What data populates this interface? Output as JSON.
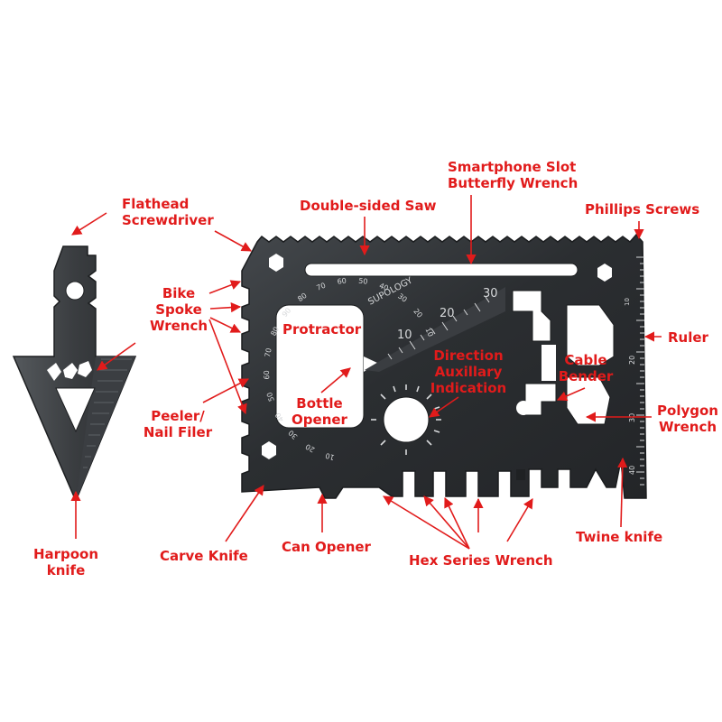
{
  "labels": {
    "flathead": [
      "Flathead",
      "Screwdriver"
    ],
    "double_saw": "Double-sided Saw",
    "smartphone": [
      "Smartphone Slot",
      "Butterfly Wrench"
    ],
    "phillips": "Phillips Screws",
    "bike": [
      "Bike",
      "Spoke",
      "Wrench"
    ],
    "protractor": "Protractor",
    "ruler": "Ruler",
    "direction": [
      "Direction",
      "Auxillary",
      "Indication"
    ],
    "cable": [
      "Cable",
      "Bender"
    ],
    "bottle": [
      "Bottle",
      "Opener"
    ],
    "peeler": [
      "Peeler/",
      "Nail Filer"
    ],
    "polygon": [
      "Polygon",
      "Wrench"
    ],
    "harpoon": [
      "Harpoon",
      "knife"
    ],
    "carve": "Carve Knife",
    "can": "Can Opener",
    "hex": "Hex Series Wrench",
    "twine": "Twine knife"
  },
  "engraving": {
    "brand": "SUPOLOGY",
    "scale_marks": [
      "10",
      "20",
      "30"
    ],
    "ruler_marks": [
      "10",
      "20",
      "30",
      "40"
    ],
    "protractor_marks": [
      "10",
      "20",
      "30",
      "40",
      "50",
      "60",
      "70",
      "80",
      "90",
      "80",
      "70",
      "60",
      "50",
      "40",
      "30",
      "20",
      "10"
    ]
  },
  "colors": {
    "label": "#e11b1b",
    "arrow": "#e11b1b",
    "metal_dark": "#2b2e31",
    "metal_light": "#6d7276",
    "etch": "#d7d9db"
  }
}
